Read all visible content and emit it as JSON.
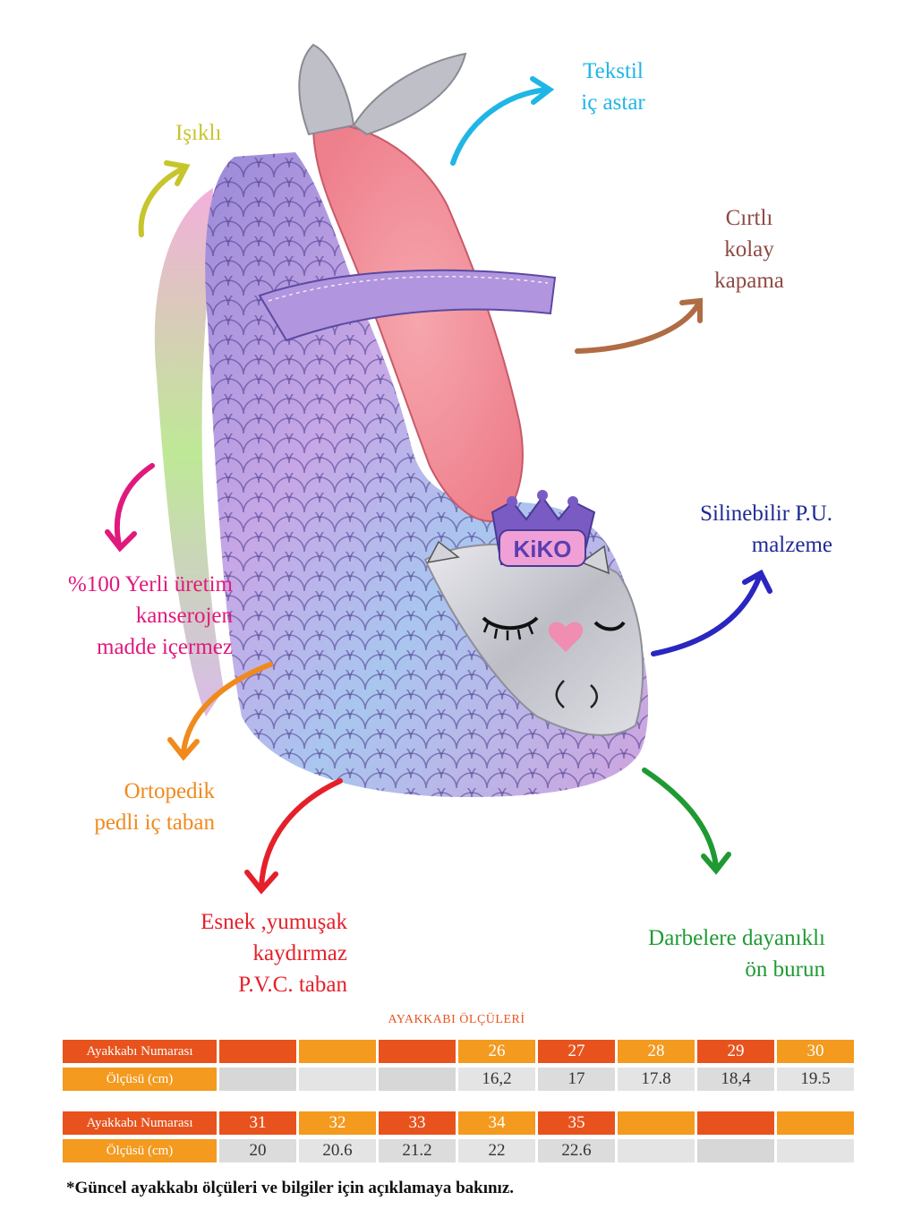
{
  "features": {
    "isikli": {
      "lines": [
        "Işıklı"
      ],
      "color": "#c7c52c"
    },
    "tekstil": {
      "lines": [
        "Tekstil",
        "iç astar"
      ],
      "color": "#1fb6e6"
    },
    "cirtli": {
      "lines": [
        "Cırtlı",
        "kolay",
        "kapama"
      ],
      "color": "#8d4a44"
    },
    "yerli": {
      "lines": [
        "%100 Yerli üretim",
        "kanserojen",
        "madde içermez"
      ],
      "color": "#e0197d"
    },
    "silinebilir": {
      "lines": [
        "Silinebilir P.U.",
        "malzeme"
      ],
      "color": "#1f2a94"
    },
    "ortopedik": {
      "lines": [
        "Ortopedik",
        "pedli iç taban"
      ],
      "color": "#f08a1d"
    },
    "esnek": {
      "lines": [
        "Esnek ,yumuşak",
        "kaydırmaz",
        "P.V.C. taban"
      ],
      "color": "#e5202a"
    },
    "darbelere": {
      "lines": [
        "Darbelere dayanıklı",
        "ön burun"
      ],
      "color": "#1f9a33"
    }
  },
  "shoe": {
    "badge_text": "KiKO"
  },
  "size_chart": {
    "title": "AYAKKABI ÖLÇÜLERİ",
    "row_label_number": "Ayakkabı Numarası",
    "row_label_size": "Ölçüsü (cm)",
    "block1": {
      "numbers": [
        "",
        "",
        "",
        "26",
        "27",
        "28",
        "29",
        "30"
      ],
      "sizes": [
        "",
        "",
        "",
        "16,2",
        "17",
        "17.8",
        "18,4",
        "19.5"
      ]
    },
    "block2": {
      "numbers": [
        "31",
        "32",
        "33",
        "34",
        "35",
        "",
        "",
        ""
      ],
      "sizes": [
        "20",
        "20.6",
        "21.2",
        "22",
        "22.6",
        "",
        "",
        ""
      ]
    }
  },
  "footnote": "*Güncel ayakkabı ölçüleri ve bilgiler için açıklamaya bakınız."
}
